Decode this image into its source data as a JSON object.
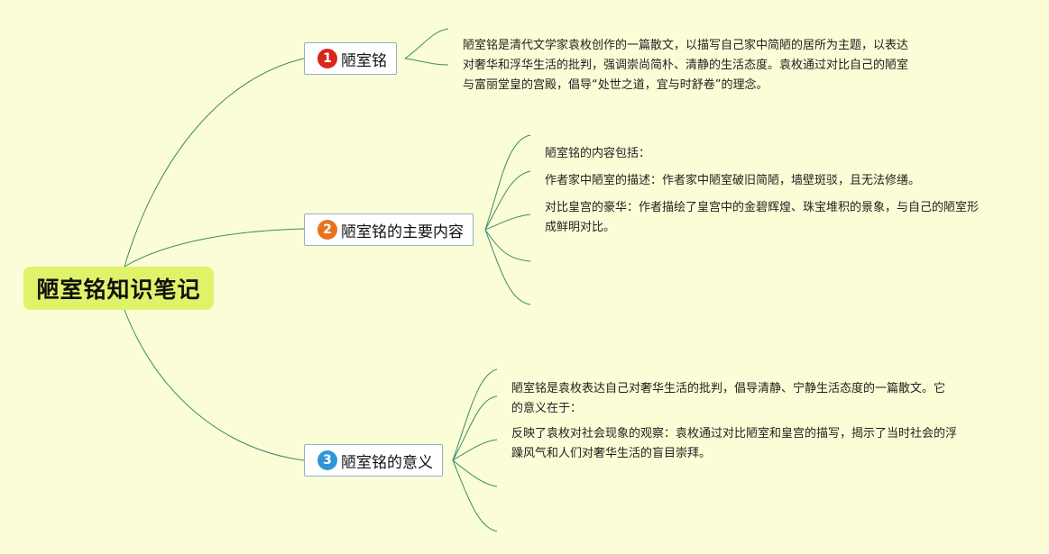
{
  "root": {
    "label": "陋室铭知识笔记"
  },
  "branches": [
    {
      "badge": "1",
      "label": "陋室铭",
      "notes": [
        "陋室铭是清代文学家袁枚创作的一篇散文，以描写自己家中简陋的居所为主题，以表达对奢华和浮华生活的批判，强调崇尚简朴、清静的生活态度。袁枚通过对比自己的陋室与富丽堂皇的宫殿，倡导“处世之道，宜与时舒卷”的理念。"
      ]
    },
    {
      "badge": "2",
      "label": "陋室铭的主要内容",
      "notes": [
        "陋室铭的内容包括：",
        "作者家中陋室的描述：作者家中陋室破旧简陋，墙壁斑驳，且无法修缮。",
        "对比皇宫的豪华：作者描绘了皇宫中的金碧辉煌、珠宝堆积的景象，与自己的陋室形成鲜明对比。"
      ]
    },
    {
      "badge": "3",
      "label": "陋室铭的意义",
      "notes": [
        "陋室铭是袁枚表达自己对奢华生活的批判，倡导清静、宁静生活态度的一篇散文。它的意义在于：",
        "反映了袁枚对社会现象的观察：袁枚通过对比陋室和皇宫的描写，揭示了当时社会的浮躁风气和人们对奢华生活的盲目崇拜。"
      ]
    }
  ],
  "colors": {
    "background": "#fbfdd6",
    "root_fill": "#dff26a",
    "connector": "#3a8a6a",
    "badge_1": "#d9261c",
    "badge_2": "#e8731c",
    "badge_3": "#2f96d6"
  }
}
